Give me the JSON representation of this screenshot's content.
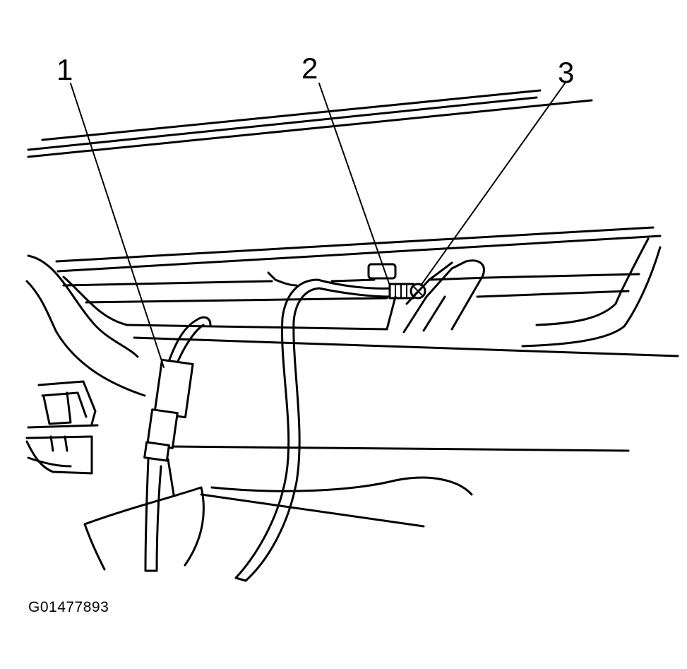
{
  "figure": {
    "callouts": [
      {
        "id": "1",
        "label": "1"
      },
      {
        "id": "2",
        "label": "2"
      },
      {
        "id": "3",
        "label": "3"
      }
    ],
    "figure_id": "G01477893"
  }
}
